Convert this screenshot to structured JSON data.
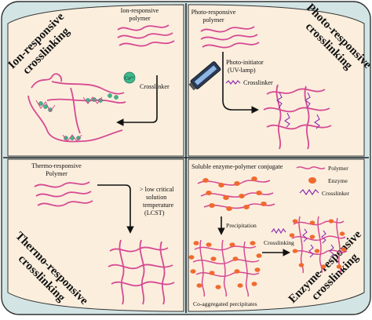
{
  "colors": {
    "panel_bg": "#fbeedd",
    "rim_bg": "#d3e4e4",
    "polymer": "#d64a93",
    "crosslinker_zigzag": "#8f2fb0",
    "enzyme": "#f06a2e",
    "ion_green": "#3fb98c",
    "arrow": "#111111"
  },
  "quadrants": {
    "ion": {
      "title_line1": "Ion-responsive",
      "title_line2": "crosslinking",
      "polymer_label_line1": "Ion-responsive",
      "polymer_label_line2": "polymer",
      "crosslinker_label": "Crosslinker",
      "ion_symbol": "Ca²⁺"
    },
    "photo": {
      "title_line1": "Photo-responsive",
      "title_line2": "crosslinking",
      "polymer_label_line1": "Photo-responsive",
      "polymer_label_line2": "polymer",
      "initiator_label_line1": "Photo-initiator",
      "initiator_label_line2": "(UV-lamp)",
      "crosslinker_label": "Crosslinker"
    },
    "thermo": {
      "title_line1": "Thermo-responsive",
      "title_line2": "crosslinking",
      "polymer_label_line1": "Thermo-responsive",
      "polymer_label_line2": "Polymer",
      "condition_line1": "> low critical",
      "condition_line2": "solution",
      "condition_line3": "temperature",
      "condition_line4": "(LCST)"
    },
    "enzyme": {
      "title_line1": "Enzyme-responsive",
      "title_line2": "crosslinking",
      "conjugate_label": "Soluble enzyme-polymer conjugate",
      "precipitation_label": "Precipitation",
      "crosslinking_label": "Crosslinking",
      "aggregate_label": "Co-aggregated percipitates",
      "legend": {
        "polymer": "Polymer",
        "enzyme": "Enzyme",
        "crosslinker": "Crosslinker"
      }
    }
  }
}
